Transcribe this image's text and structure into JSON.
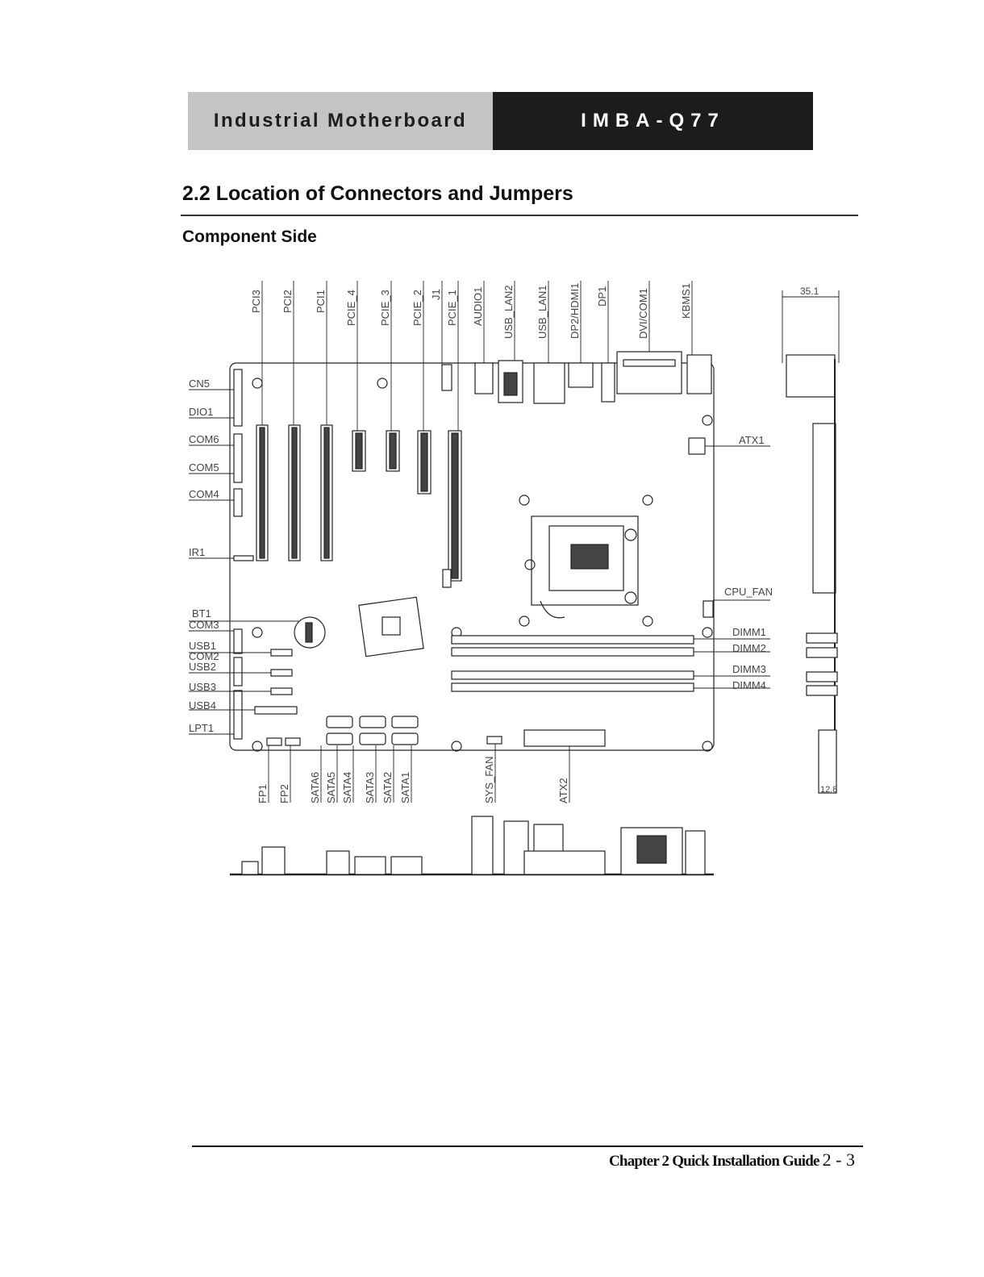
{
  "header": {
    "left": "Industrial Motherboard",
    "right": "IMBA-Q77"
  },
  "section_title": "2.2 Location of Connectors and Jumpers",
  "subsection": "Component Side",
  "labels": {
    "top": [
      "PCI3",
      "PCI2",
      "PCI1",
      "PCIE_4",
      "PCIE_3",
      "PCIE_2",
      "J1",
      "PCIE_1",
      "AUDIO1",
      "USB_LAN2",
      "USB_LAN1",
      "DP2/HDMI1",
      "DP1",
      "DVI/COM1",
      "KBMS1"
    ],
    "left": [
      "CN5",
      "DIO1",
      "COM6",
      "COM5",
      "COM4",
      "IR1",
      "BT1",
      "COM3",
      "USB1",
      "COM2",
      "USB2",
      "USB3",
      "USB4",
      "LPT1"
    ],
    "right": [
      "ATX1",
      "CPU_FAN",
      "DIMM1",
      "DIMM2",
      "DIMM3",
      "DIMM4"
    ],
    "bottom": [
      "FP1",
      "FP2",
      "SATA6",
      "SATA5",
      "SATA4",
      "SATA3",
      "SATA2",
      "SATA1",
      "SYS_FAN",
      "ATX2"
    ],
    "dims": [
      "35.1",
      "12.8"
    ]
  },
  "footer": {
    "chapter": "Chapter 2 Quick Installation Guide",
    "page": "2 - 3"
  }
}
